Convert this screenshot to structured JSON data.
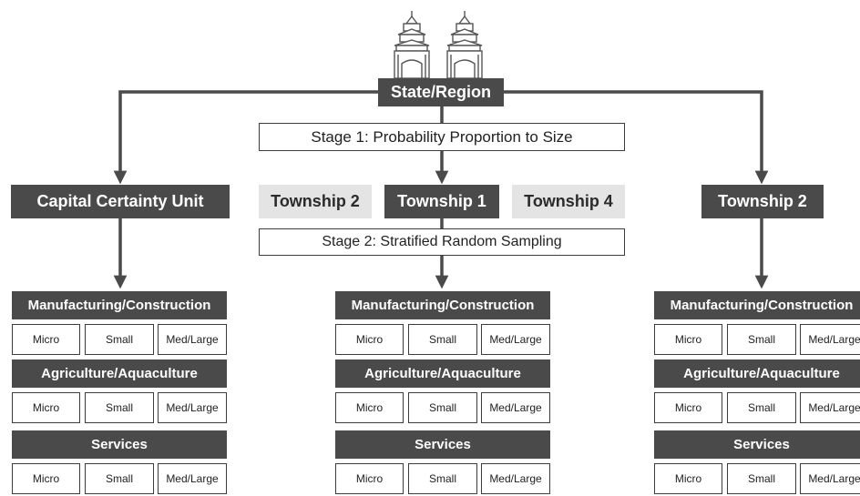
{
  "root": {
    "label": "State/Region"
  },
  "stage1": {
    "label": "Stage 1: Probability Proportion to Size"
  },
  "stage2": {
    "label": "Stage 2: Stratified Random Sampling"
  },
  "units": {
    "left": "Capital Certainty Unit",
    "center": "Township 1",
    "center_left_alt": "Township 2",
    "center_right_alt": "Township 4",
    "right": "Township 2"
  },
  "sectors": [
    "Manufacturing/Construction",
    "Agriculture/Aquaculture",
    "Services"
  ],
  "sizes": [
    "Micro",
    "Small",
    "Med/Large"
  ],
  "colors": {
    "dark": "#4a4a4a",
    "light": "#e4e4e4",
    "line": "#4a4a4a"
  },
  "icons": [
    "pagoda-icon",
    "pagoda-icon"
  ]
}
